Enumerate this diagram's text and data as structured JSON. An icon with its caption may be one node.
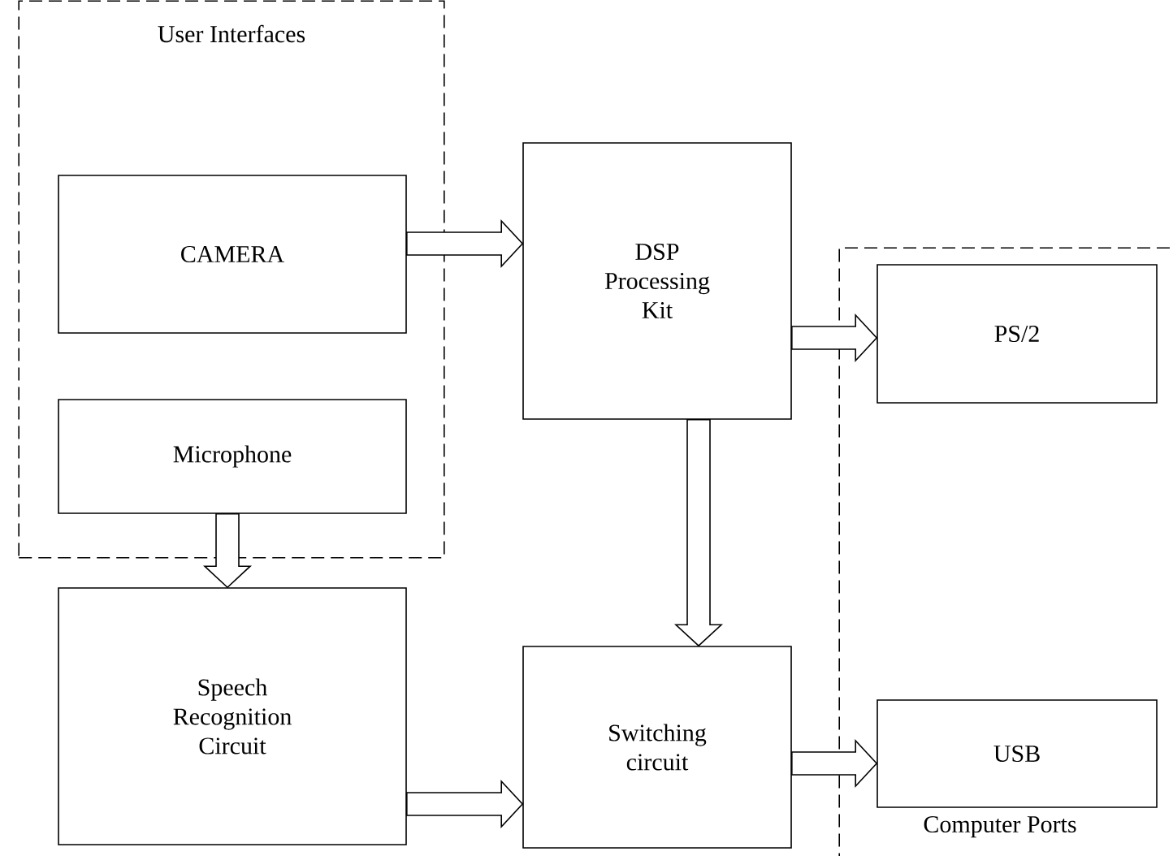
{
  "diagram": {
    "nodes": [
      {
        "text": [
          "User Interfaces"
        ]
      },
      {
        "text": [
          "CAMERA"
        ],
        "in": 0
      },
      {
        "text": [
          "Microphone"
        ],
        "in": 0
      },
      {
        "text": [
          "DSP Processing Kit"
        ]
      },
      {
        "text": [
          "Computer Ports"
        ]
      },
      {
        "text": [
          "PS/2"
        ],
        "in": 4
      },
      {
        "text": [
          "Speech Recognition Circuit"
        ]
      },
      {
        "text": [
          "Switching circuit"
        ]
      },
      {
        "text": [
          "USB"
        ],
        "in": 4
      }
    ],
    "edges": [
      {
        "from": 1,
        "to": 3,
        "arrow": "to"
      },
      {
        "from": 3,
        "to": 5,
        "arrow": "to"
      },
      {
        "from": 3,
        "to": 7,
        "arrow": "to"
      },
      {
        "from": 2,
        "to": 6,
        "arrow": "to"
      },
      {
        "from": 6,
        "to": 7,
        "arrow": "to"
      },
      {
        "from": 7,
        "to": 8,
        "arrow": "to"
      }
    ]
  }
}
